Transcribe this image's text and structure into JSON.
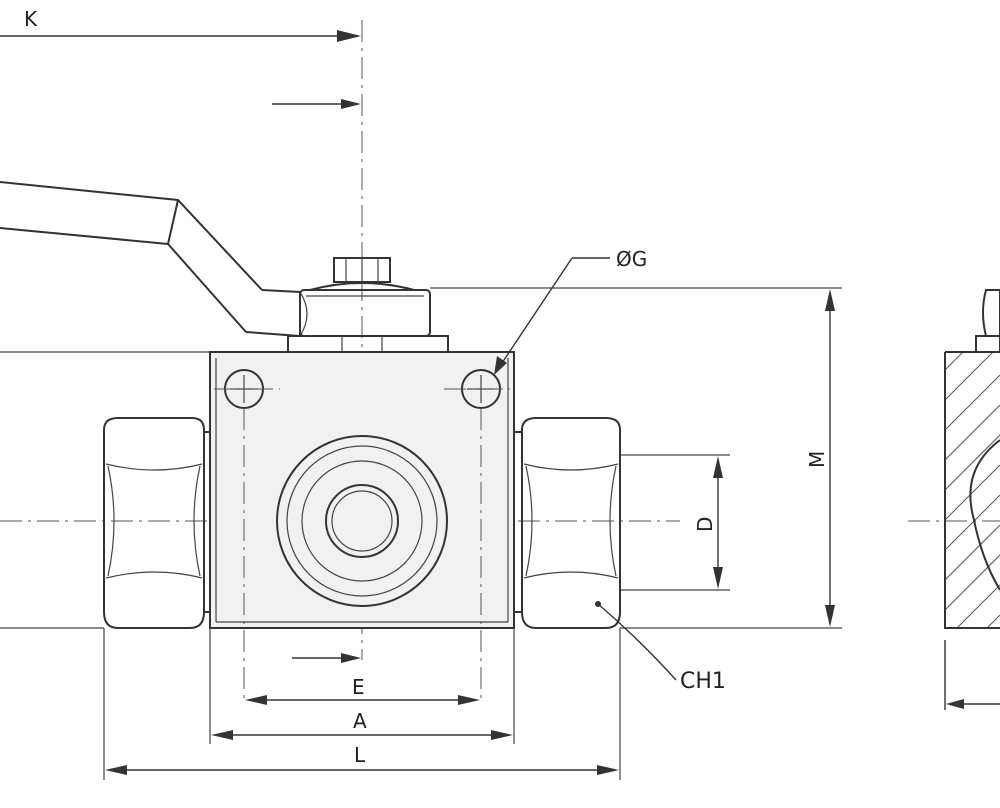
{
  "labels": {
    "k": "K",
    "phi_g": "ØG",
    "m": "M",
    "d": "D",
    "ch1": "CH1",
    "e": "E",
    "a": "A",
    "l": "L"
  }
}
